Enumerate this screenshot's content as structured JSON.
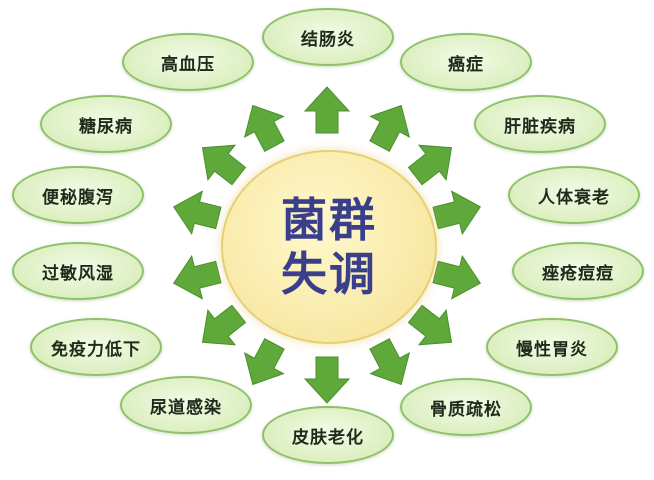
{
  "center": {
    "line1": "菌群",
    "line2": "失调"
  },
  "nodes": [
    {
      "label": "结肠炎"
    },
    {
      "label": "癌症"
    },
    {
      "label": "肝脏疾病"
    },
    {
      "label": "人体衰老"
    },
    {
      "label": "痤疮痘痘"
    },
    {
      "label": "慢性胃炎"
    },
    {
      "label": "骨质疏松"
    },
    {
      "label": "皮肤老化"
    },
    {
      "label": "尿道感染"
    },
    {
      "label": "免疫力低下"
    },
    {
      "label": "过敏风湿"
    },
    {
      "label": "便秘腹泻"
    },
    {
      "label": "糖尿病"
    },
    {
      "label": "高血压"
    }
  ],
  "colors": {
    "arrow": "#5ea93a",
    "node_border": "#8fc06a",
    "center_text": "#3a3f8c",
    "center_fill": "#faecae"
  }
}
